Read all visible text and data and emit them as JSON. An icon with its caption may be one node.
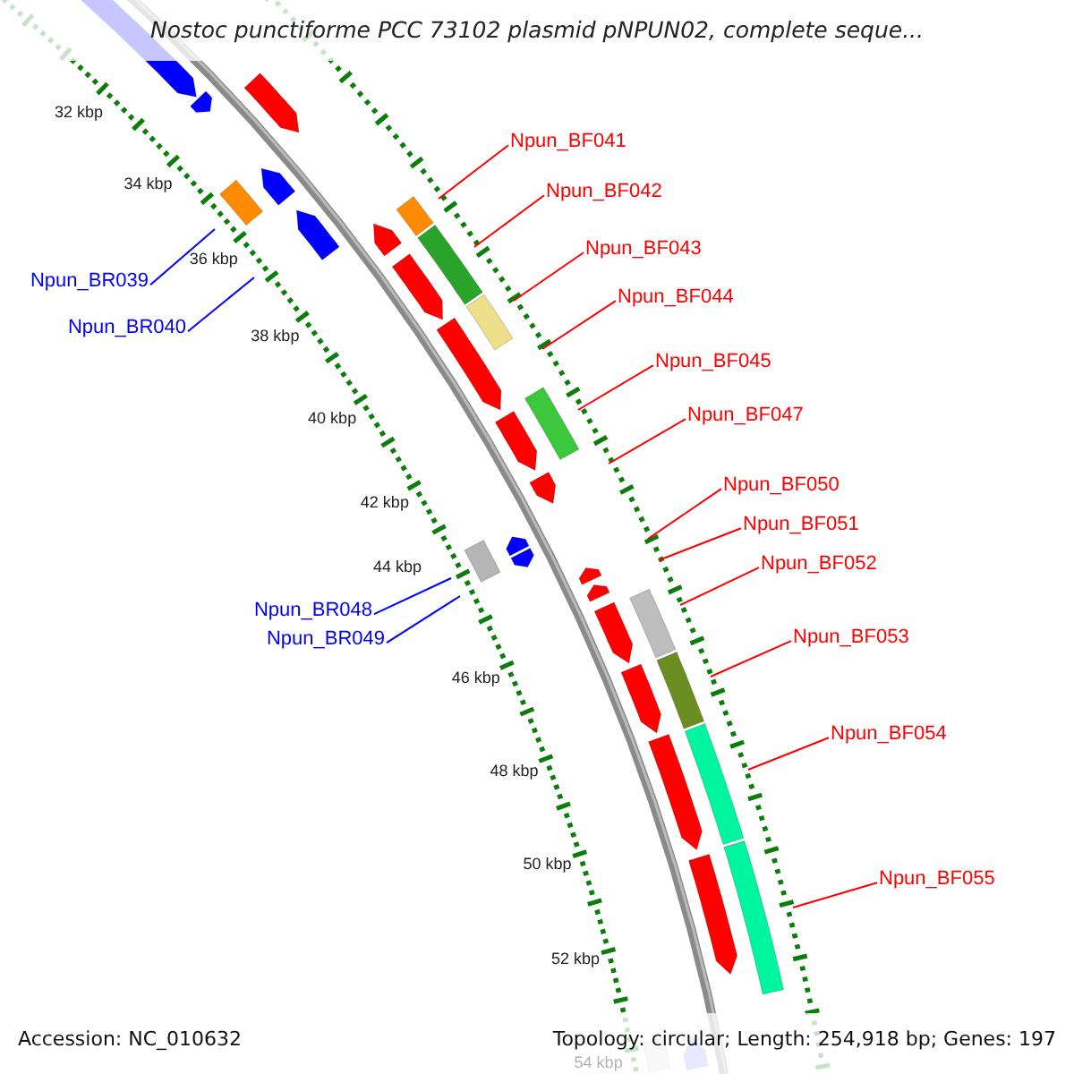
{
  "diagram": {
    "title": "Nostoc punctiforme PCC 73102 plasmid pNPUN02, complete seque...",
    "nodes": [
      {
        "text": [
          "Npun_BF041"
        ]
      },
      {
        "text": [
          "Npun_BF042"
        ]
      },
      {
        "text": [
          "Npun_BF043"
        ]
      },
      {
        "text": [
          "Npun_BR039"
        ]
      },
      {
        "text": [
          "Npun_BF044"
        ]
      },
      {
        "text": [
          "Npun_BR040"
        ]
      },
      {
        "text": [
          "Npun_BF045"
        ]
      },
      {
        "text": [
          "Npun_BF047"
        ]
      },
      {
        "text": [
          "Npun_BF050"
        ]
      },
      {
        "text": [
          "Npun_BF051"
        ]
      },
      {
        "text": [
          "Npun_BF052"
        ]
      },
      {
        "text": [
          "Npun_BR048"
        ]
      },
      {
        "text": [
          "Npun_BF053"
        ]
      },
      {
        "text": [
          "Npun_BR049"
        ]
      },
      {
        "text": [
          "Npun_BF054"
        ]
      },
      {
        "text": [
          "Npun_BF055"
        ]
      }
    ],
    "edges": [
      {
        "from": 0,
        "to": null,
        "arrow": "none"
      },
      {
        "from": 1,
        "to": null,
        "arrow": "none"
      },
      {
        "from": 2,
        "to": null,
        "arrow": "none"
      },
      {
        "from": 3,
        "to": null,
        "arrow": "none",
        "color": "#0000ff"
      },
      {
        "from": 4,
        "to": null,
        "arrow": "none"
      },
      {
        "from": 5,
        "to": null,
        "arrow": "none",
        "color": "#0000ff"
      },
      {
        "from": 6,
        "to": null,
        "arrow": "none"
      },
      {
        "from": 7,
        "to": null,
        "arrow": "none"
      },
      {
        "from": 8,
        "to": null,
        "arrow": "none"
      },
      {
        "from": 9,
        "to": null,
        "arrow": "none"
      },
      {
        "from": 10,
        "to": null,
        "arrow": "none"
      },
      {
        "from": 11,
        "to": null,
        "arrow": "none",
        "color": "#0000ff"
      },
      {
        "from": 12,
        "to": null,
        "arrow": "none"
      },
      {
        "from": 13,
        "to": null,
        "arrow": "none",
        "color": "#0000ff"
      },
      {
        "from": 14,
        "to": null,
        "arrow": "none"
      },
      {
        "from": 15,
        "to": null,
        "arrow": "none"
      }
    ],
    "labels": [
      "32 kbp",
      "34 kbp",
      "36 kbp",
      "38 kbp",
      "40 kbp",
      "42 kbp",
      "44 kbp",
      "46 kbp",
      "48 kbp",
      "50 kbp",
      "52 kbp",
      "54 kbp",
      "Accession: NC_010632",
      "Topology: circular; Length: 254,918 bp; Genes: 197"
    ]
  }
}
